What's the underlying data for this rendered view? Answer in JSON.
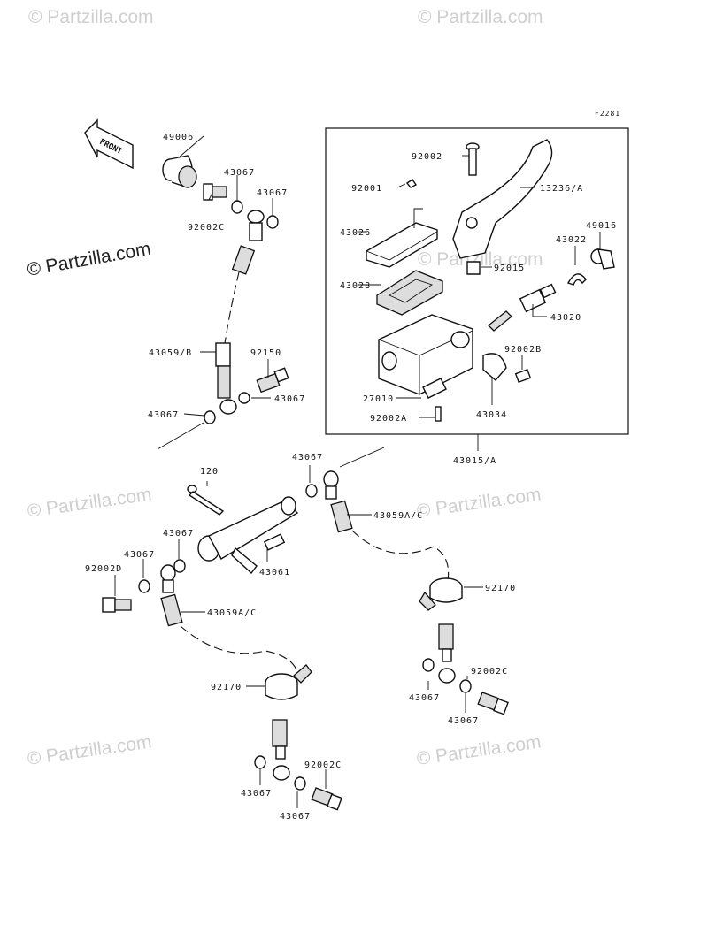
{
  "watermarks": [
    "© Partzilla.com"
  ],
  "featured_watermark": "© Partzilla.com",
  "figure_ref": "F2281",
  "front_marker": "FRONT",
  "labels": {
    "p49006": "49006",
    "p43067": "43067",
    "p92002C": "92002C",
    "p43059B": "43059/B",
    "p92150": "92150",
    "p92002": "92002",
    "p92001": "92001",
    "p13236A": "13236/A",
    "p43026": "43026",
    "p49016": "49016",
    "p43022": "43022",
    "p92015": "92015",
    "p43028": "43028",
    "p43020": "43020",
    "p92002B": "92002B",
    "p27010": "27010",
    "p92002A": "92002A",
    "p43034": "43034",
    "p43015A": "43015/A",
    "p120": "120",
    "p43059AC": "43059A/C",
    "p92002D": "92002D",
    "p43061": "43061",
    "p92170": "92170"
  }
}
